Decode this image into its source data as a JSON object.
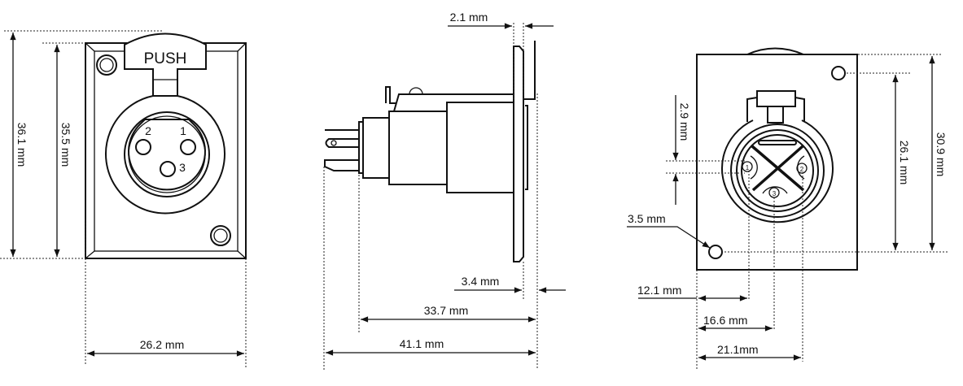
{
  "front_view": {
    "push_label": "PUSH",
    "pin_labels": [
      "1",
      "2",
      "3"
    ],
    "dim_height_overall": "36.1 mm",
    "dim_height_plate": "35.5 mm",
    "dim_width": "26.2 mm"
  },
  "side_view": {
    "dim_flange": "2.1 mm",
    "dim_rear": "3.4 mm",
    "dim_depth_body": "33.7 mm",
    "dim_depth_total": "41.1 mm"
  },
  "rear_view": {
    "pin_labels": [
      "1",
      "2",
      "3"
    ],
    "dim_pin_offset": "2.9 mm",
    "dim_hole": "3.5 mm",
    "dim_pin1_x": "12.1 mm",
    "dim_pin3_x": "16.6 mm",
    "dim_pin2_x": "21.1mm",
    "dim_hole_spacing": "26.1 mm",
    "dim_height": "30.9 mm"
  }
}
